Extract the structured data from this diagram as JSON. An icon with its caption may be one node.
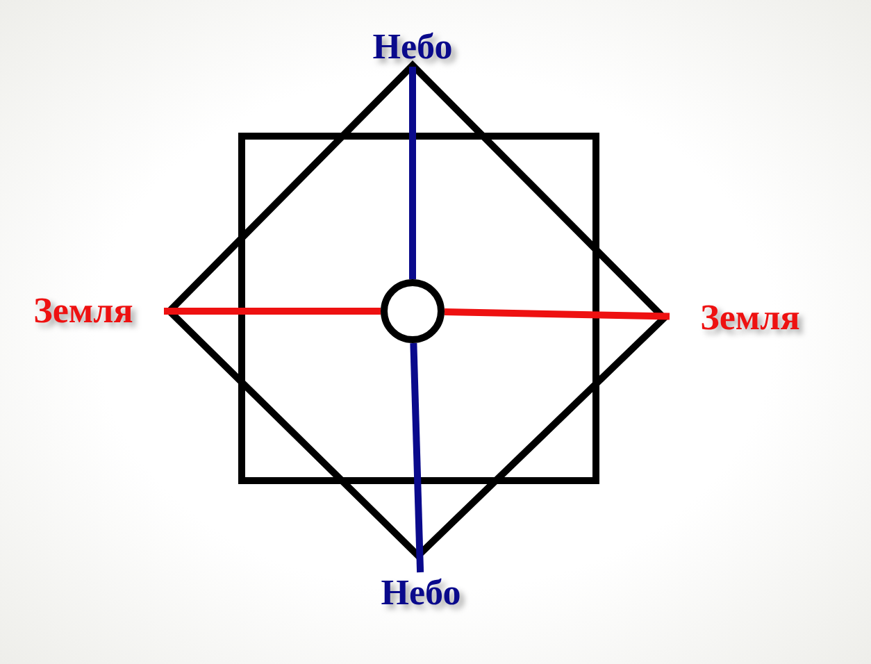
{
  "diagram": {
    "nodes": [
      {
        "text": [
          "Небо"
        ]
      },
      {
        "text": [
          "Земля"
        ]
      },
      {
        "text": [],
        "shape": "circle"
      },
      {
        "text": [
          "Земля"
        ]
      },
      {
        "text": [
          "Небо"
        ]
      }
    ],
    "edges": [
      {
        "from": 0,
        "to": 2,
        "arrow": "none",
        "color": "#0a0a8c"
      },
      {
        "from": 1,
        "to": 2,
        "arrow": "none",
        "color": "#ee1111"
      },
      {
        "from": 2,
        "to": 3,
        "arrow": "none",
        "color": "#ee1111"
      },
      {
        "from": 2,
        "to": 4,
        "arrow": "none",
        "color": "#0a0a8c"
      }
    ]
  }
}
